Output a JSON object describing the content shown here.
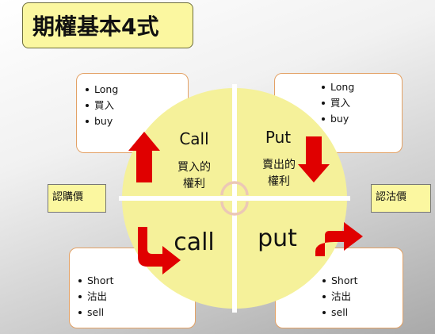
{
  "title": "期權基本4式",
  "cards": {
    "top_left": [
      "Long",
      "買入",
      "buy"
    ],
    "top_right": [
      "Long",
      "買入",
      "buy"
    ],
    "bottom_left": [
      "Short",
      "沽出",
      "sell"
    ],
    "bottom_right": [
      "Short",
      "沽出",
      "sell"
    ]
  },
  "side_labels": {
    "left": "認購價",
    "right": "認沽價"
  },
  "quadrants": {
    "top_left": {
      "heading": "Call",
      "line1": "買入的",
      "line2": "權利"
    },
    "top_right": {
      "heading": "Put",
      "line1": "賣出的",
      "line2": "權利"
    },
    "bottom_left": {
      "heading": "call"
    },
    "bottom_right": {
      "heading": "put"
    }
  },
  "colors": {
    "circle_fill": "#f5f19a",
    "arrow_red": "#e00000",
    "card_border": "#e3a165",
    "title_bg": "#fbf7a0"
  }
}
